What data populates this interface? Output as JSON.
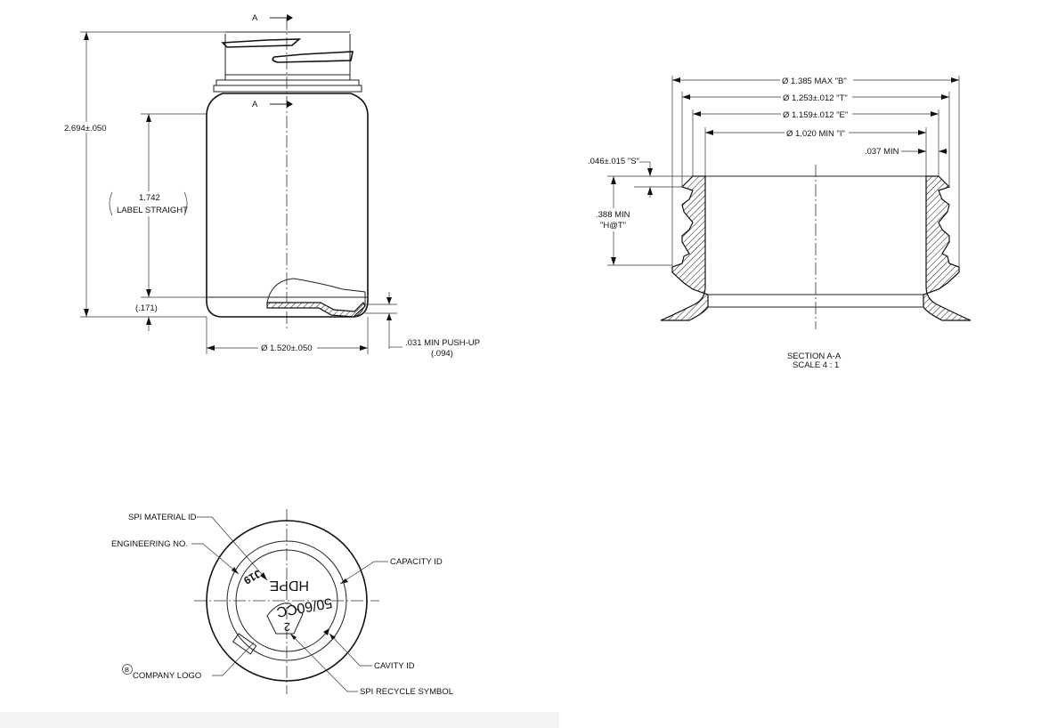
{
  "front_view": {
    "section_marker": "A",
    "height_dim": "2.694±.050",
    "label_dim_value": "1.742",
    "label_dim_text": "LABEL STRAIGHT",
    "base_dim": "(.171)",
    "diameter_dim": "Ø 1.520±.050",
    "pushup_dim": ".031 MIN PUSH-UP",
    "pushup_ref": "(.094)"
  },
  "section_view": {
    "dim_b": "Ø 1.385 MAX \"B\"",
    "dim_t": "Ø 1.253±.012 \"T\"",
    "dim_e": "Ø 1.159±.012 \"E\"",
    "dim_i": "Ø 1.020 MIN \"I\"",
    "dim_037": ".037 MIN",
    "dim_s": ".046±.015 \"S\"",
    "dim_h_value": ".388 MIN",
    "dim_h_label": "\"H@T\"",
    "title": "SECTION A-A",
    "scale": "SCALE 4 : 1"
  },
  "bottom_view": {
    "spi_material_label": "SPI MATERIAL ID",
    "engineering_label": "ENGINEERING NO.",
    "capacity_label": "CAPACITY ID",
    "cavity_label": "CAVITY ID",
    "recycle_label": "SPI RECYCLE SYMBOL",
    "logo_label": "COMPANY LOGO",
    "logo_mark": "B",
    "material_text": "HDPE",
    "capacity_text": "50/60CC",
    "engineering_text": "J19",
    "recycle_number": "2"
  }
}
